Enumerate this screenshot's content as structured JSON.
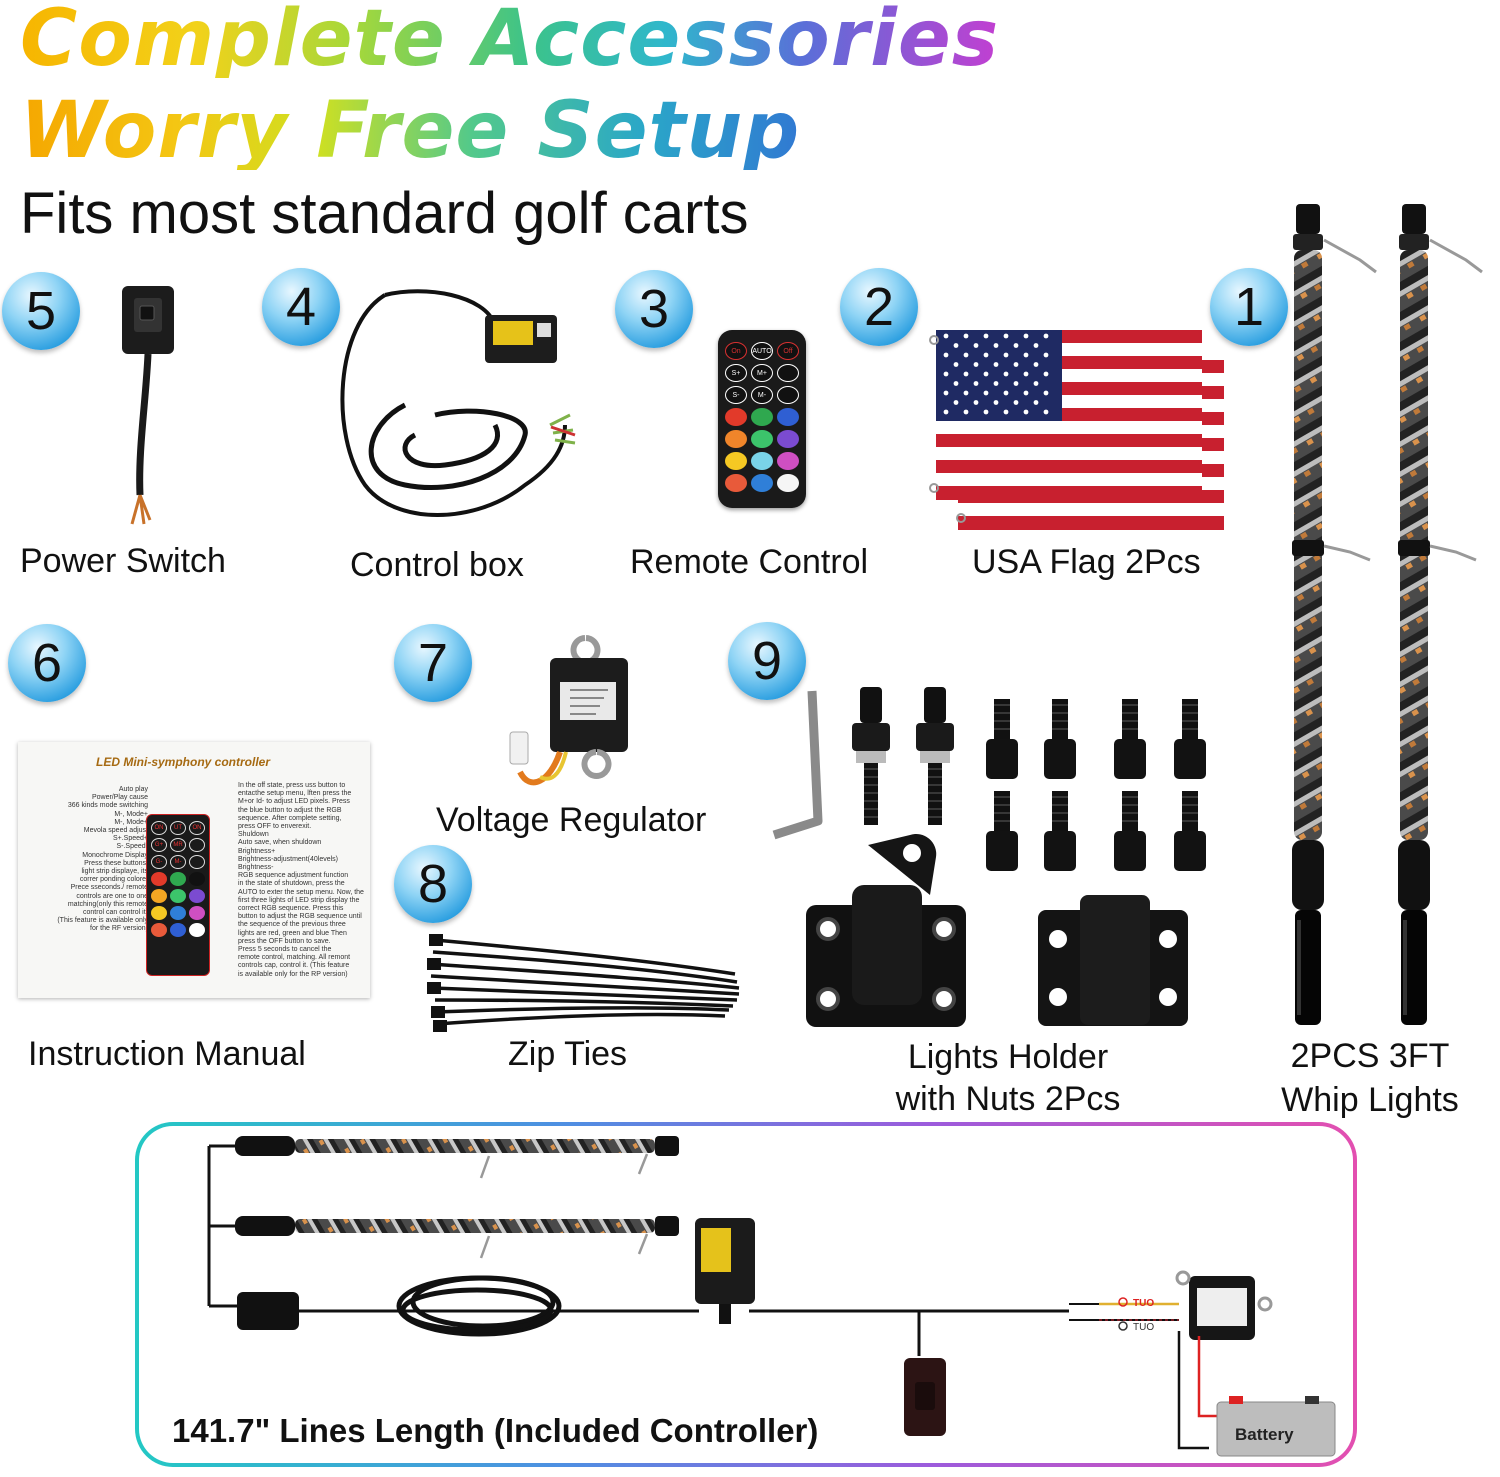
{
  "headline": {
    "line1": "Complete Accessories",
    "line2": "Worry Free Setup",
    "subtitle": "Fits most standard golf carts"
  },
  "items": [
    {
      "number": "1",
      "label_line1": "2PCS 3FT",
      "label_line2": "Whip Lights"
    },
    {
      "number": "2",
      "label": "USA Flag 2Pcs"
    },
    {
      "number": "3",
      "label": "Remote Control"
    },
    {
      "number": "4",
      "label": "Control box"
    },
    {
      "number": "5",
      "label": "Power Switch"
    },
    {
      "number": "6",
      "label": "Instruction Manual"
    },
    {
      "number": "7",
      "label": "Voltage Regulator"
    },
    {
      "number": "8",
      "label": "Zip Ties"
    },
    {
      "number": "9",
      "label_line1": "Lights Holder",
      "label_line2": "with Nuts 2Pcs"
    }
  ],
  "remote": {
    "buttons": [
      "On",
      "AUTO",
      "Off",
      "S+",
      "M+",
      "",
      "S-",
      "M-",
      "",
      "",
      "",
      "",
      "",
      "",
      "",
      "",
      "",
      "",
      "",
      "",
      ""
    ],
    "colors": [
      "#d63030",
      "#ffffff",
      "#d63030",
      "#ffffff",
      "#ffffff",
      "#ffffff",
      "#ffffff",
      "#ffffff",
      "#ffffff",
      "#e23a2a",
      "#2fa84f",
      "#2f5fd3",
      "#f0852a",
      "#3cc46b",
      "#7b4bd1",
      "#f5c823",
      "#7ad3e8",
      "#cf4fc2",
      "#e85a3a",
      "#2f7fd8",
      "#f5f5f5"
    ]
  },
  "manual": {
    "title": "LED Mini-symphony controller",
    "left_notes": [
      "Auto play",
      "Power/Play cause",
      "366 kinds mode switching",
      "M-, Mode+",
      "M-, Mode+",
      "Mevola speed adjust",
      "S+.Speed+",
      "S-.Speed-",
      "Monochrome Display",
      "Press these buttons,",
      "light strip displaye, its",
      "correr ponding colore.",
      "Prece sseconds./ remote",
      "controls are one to one",
      "matching(only this remote",
      "control can control it)",
      "(This feature is available only",
      "for the RF version)"
    ],
    "right_notes": [
      "In the off state, press uss button to",
      "entacthe setup menu, lften press the",
      "M+or Id- to adjust LED pixels. Press",
      "the blue button to adjust the RGB",
      "sequence. After complete setting,",
      "press OFF to enverexit.",
      "Shuldown",
      "Auto save, when shuldown",
      "Brightness+",
      "Brightness-adjustment(40levels)",
      "Brightness-",
      "RGB sequence adjustment function",
      "in the state of shutdown, press the",
      "AUTO to exter the setup menu. Now, the",
      "first three lights of LED strip display the",
      "correct RGB sequence. Press this",
      "button to adjust the RGB sequence until",
      "the sequence of the previous three",
      "lights are red, green and blue Then",
      "press the OFF button to save.",
      "Press 5 seconds to cancel the",
      "remote control, matching. All remont",
      "controls cap, control it. (This feature",
      "is available only for the RP version)"
    ],
    "button_labels": [
      "ON",
      "UT",
      "ON",
      "G+",
      "MR",
      "",
      "G-",
      "M-",
      ""
    ]
  },
  "wiring": {
    "caption": "141.7\" Lines Length (Included Controller)",
    "battery_label": "Battery",
    "out_pos": "TUO",
    "out_neg": "TUO"
  },
  "colors": {
    "badge": "#2a9ee0",
    "border_start": "#23c8c4",
    "border_end": "#e34fb0",
    "flag_red": "#c8202f",
    "flag_blue": "#1f2a63"
  }
}
